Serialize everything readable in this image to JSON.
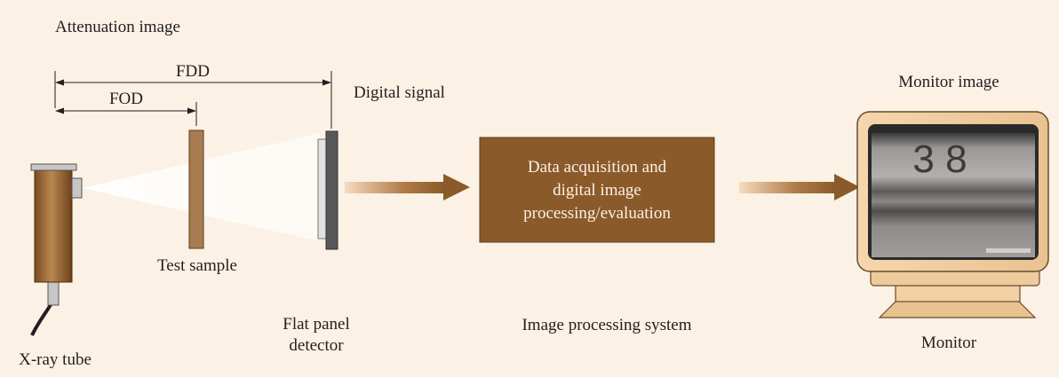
{
  "labels": {
    "attenuation_image": "Attenuation image",
    "fdd": "FDD",
    "fod": "FOD",
    "digital_signal": "Digital signal",
    "test_sample": "Test sample",
    "xray_tube": "X-ray tube",
    "flat_panel_line1": "Flat panel",
    "flat_panel_line2": "detector",
    "processing_box_line1": "Data acquisition and",
    "processing_box_line2": "digital image",
    "processing_box_line3": "processing/evaluation",
    "image_processing_system": "Image processing system",
    "monitor_image": "Monitor image",
    "monitor": "Monitor",
    "screen_digits": "3 8"
  },
  "colors": {
    "background": "#fbf1e4",
    "brown": "#8b5a2b",
    "monitor_beige": "#f2cfa4",
    "detector_gray": "#58585a"
  }
}
